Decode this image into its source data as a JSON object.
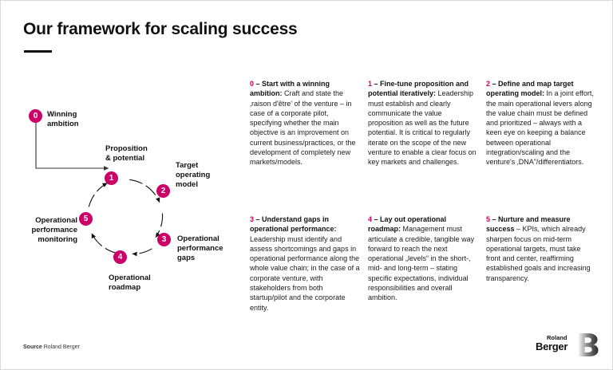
{
  "page": {
    "title": "Our framework for scaling success",
    "background": "#ffffff",
    "accent_color": "#CC0066"
  },
  "diagram": {
    "name": "scaling-success-cycle",
    "entry": {
      "number": "0",
      "label": "Winning\nambition"
    },
    "nodes": [
      {
        "number": "1",
        "label": "Proposition\n& potential"
      },
      {
        "number": "2",
        "label": "Target\noperating\nmodel"
      },
      {
        "number": "3",
        "label": "Operational\nperformance\ngaps"
      },
      {
        "number": "4",
        "label": "Operational\nroadmap"
      },
      {
        "number": "5",
        "label": "Operational\nperformance\nmonitoring"
      }
    ]
  },
  "columns": [
    {
      "number": "0",
      "dash": " – ",
      "lead": "Start with a winning ambition:",
      "body": " Craft and state the ‚raison d'être' of the venture – in case of a corporate pilot, specifying whether the main objective is an improvement on current business/practices, or the development of completely new markets/models."
    },
    {
      "number": "1",
      "dash": " – ",
      "lead": "Fine-tune proposition and potential iteratively:",
      "body": " Leadership must establish and clearly communicate the value proposition as well as the future potential. It is critical to regularly iterate on the scope of the new venture to enable a clear focus on key markets and challenges."
    },
    {
      "number": "2",
      "dash": " – ",
      "lead": "Define and map target operating model:",
      "body": " In a joint effort, the main operational levers along the value chain must be defined and prioritized – always with a keen eye on keeping a balance between operational integration/scaling and the venture's ‚DNA\"/differentiators."
    },
    {
      "number": "3",
      "dash": " – ",
      "lead": "Understand gaps in operational performance:",
      "body": " Leadership must identify and assess shortcomings and gaps in operational performance along the whole value chain; in the case of a corporate venture, with stakeholders from both startup/pilot and the corporate entity."
    },
    {
      "number": "4",
      "dash": " – ",
      "lead": "Lay out operational roadmap:",
      "body": " Management must articulate a credible, tangible way forward to reach the next operational „levels“ in the short-, mid- and long-term – stating specific expectations, individual responsibilities and overall ambition."
    },
    {
      "number": "5",
      "dash": " – ",
      "lead": "Nurture and measure success",
      "body": " – KPIs, which already sharpen focus on mid-term operational targets, must take front and center, reaffirming established goals and increasing transparency."
    }
  ],
  "footer": {
    "source_label": "Source",
    "source_value": "Roland Berger",
    "logo": {
      "line1": "Roland",
      "line2": "Berger",
      "mark": "B"
    }
  }
}
